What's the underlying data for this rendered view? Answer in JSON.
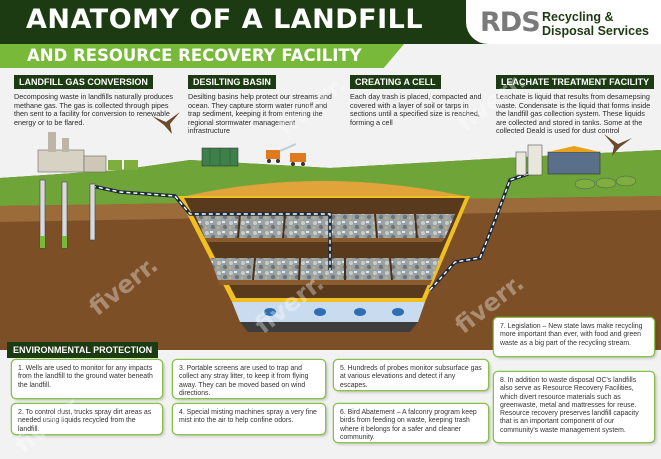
{
  "header": {
    "title": "ANATOMY OF A LANDFILL",
    "subtitle": "AND RESOURCE RECOVERY FACILITY",
    "logo": {
      "mark": "RDS",
      "line1": "Recycling &",
      "line2": "Disposal Services"
    }
  },
  "sections": [
    {
      "title": "LANDFILL GAS CONVERSION",
      "text": "Decomposing waste in landfills naturally produces methane gas. The gas is collected through pipes then sent to a facility for conversion to renewable energy or to be flared."
    },
    {
      "title": "DESILTING BASIN",
      "text": "Desilting basins help protect our streams and ocean. They capture storm water runoff and trap sediment, keeping it from entering the regional stormwater management infrastructure"
    },
    {
      "title": "CREATING A CELL",
      "text": "Each day trash is placed, compacted and covered with a layer of soil or tarps in sections until a specified size is reached, forming a cell"
    },
    {
      "title": "LEACHATE TREATMENT FACILITY",
      "text": "Leachate is liquid that results from desamepsing waste. Condensate is the liquid that forms inside the landfill gas collection system. These liquids are collected and stored in tanks. Some at the collected Deald is used for dust control"
    }
  ],
  "environmental": {
    "title": "ENVIRONMENTAL PROTECTION",
    "cards": [
      "1. Wells are used to monitor for any impacts from the landfill to the ground water beneath the landfill.",
      "2. To control dust, trucks spray dirt areas as needed using liquids recycled from the landfill.",
      "3. Portable screens are used to trap and collect any stray litter, to keep it from flying away. They can be moved based on wind directions.",
      "4. Special misting machines spray a very fine mist into the air to help confine odors.",
      "5. Hundreds of probes monitor subsurface gas at various elevations and detect if any escapes.",
      "6. Bird Abatement – A falconry program keep birds from feeding on waste, keeping trash where it belongs for a safer and cleaner community.",
      "7. Legislation – New state laws make recycling more important than ever, with food and green waste as a big part of the recycling stream.",
      "8. In addition to waste disposal OC's landfills also serve as Resource Recovery Facilities, which divert resource materials such as greenwaste, metal and mattresses for reuse. Resource recovery preserves landfill capacity that is an important component of our community's waste management system."
    ]
  },
  "watermark": "fiverr.",
  "colors": {
    "header_dark_green": "#1d3b12",
    "accent_green": "#79b93a",
    "grass": "#6fa438",
    "soil": "#8a5b2e",
    "cover_soil": "#e0a43a",
    "liner_yellow": "#f0c020",
    "gravel_blue": "#c9dcef"
  },
  "icons": [
    "power-plant-icon",
    "gas-pipe-icon",
    "monitoring-well-icon",
    "falcon-icon",
    "portable-screen-icon",
    "misting-machine-icon",
    "truck-icon",
    "leachate-tank-icon",
    "treatment-building-icon"
  ]
}
